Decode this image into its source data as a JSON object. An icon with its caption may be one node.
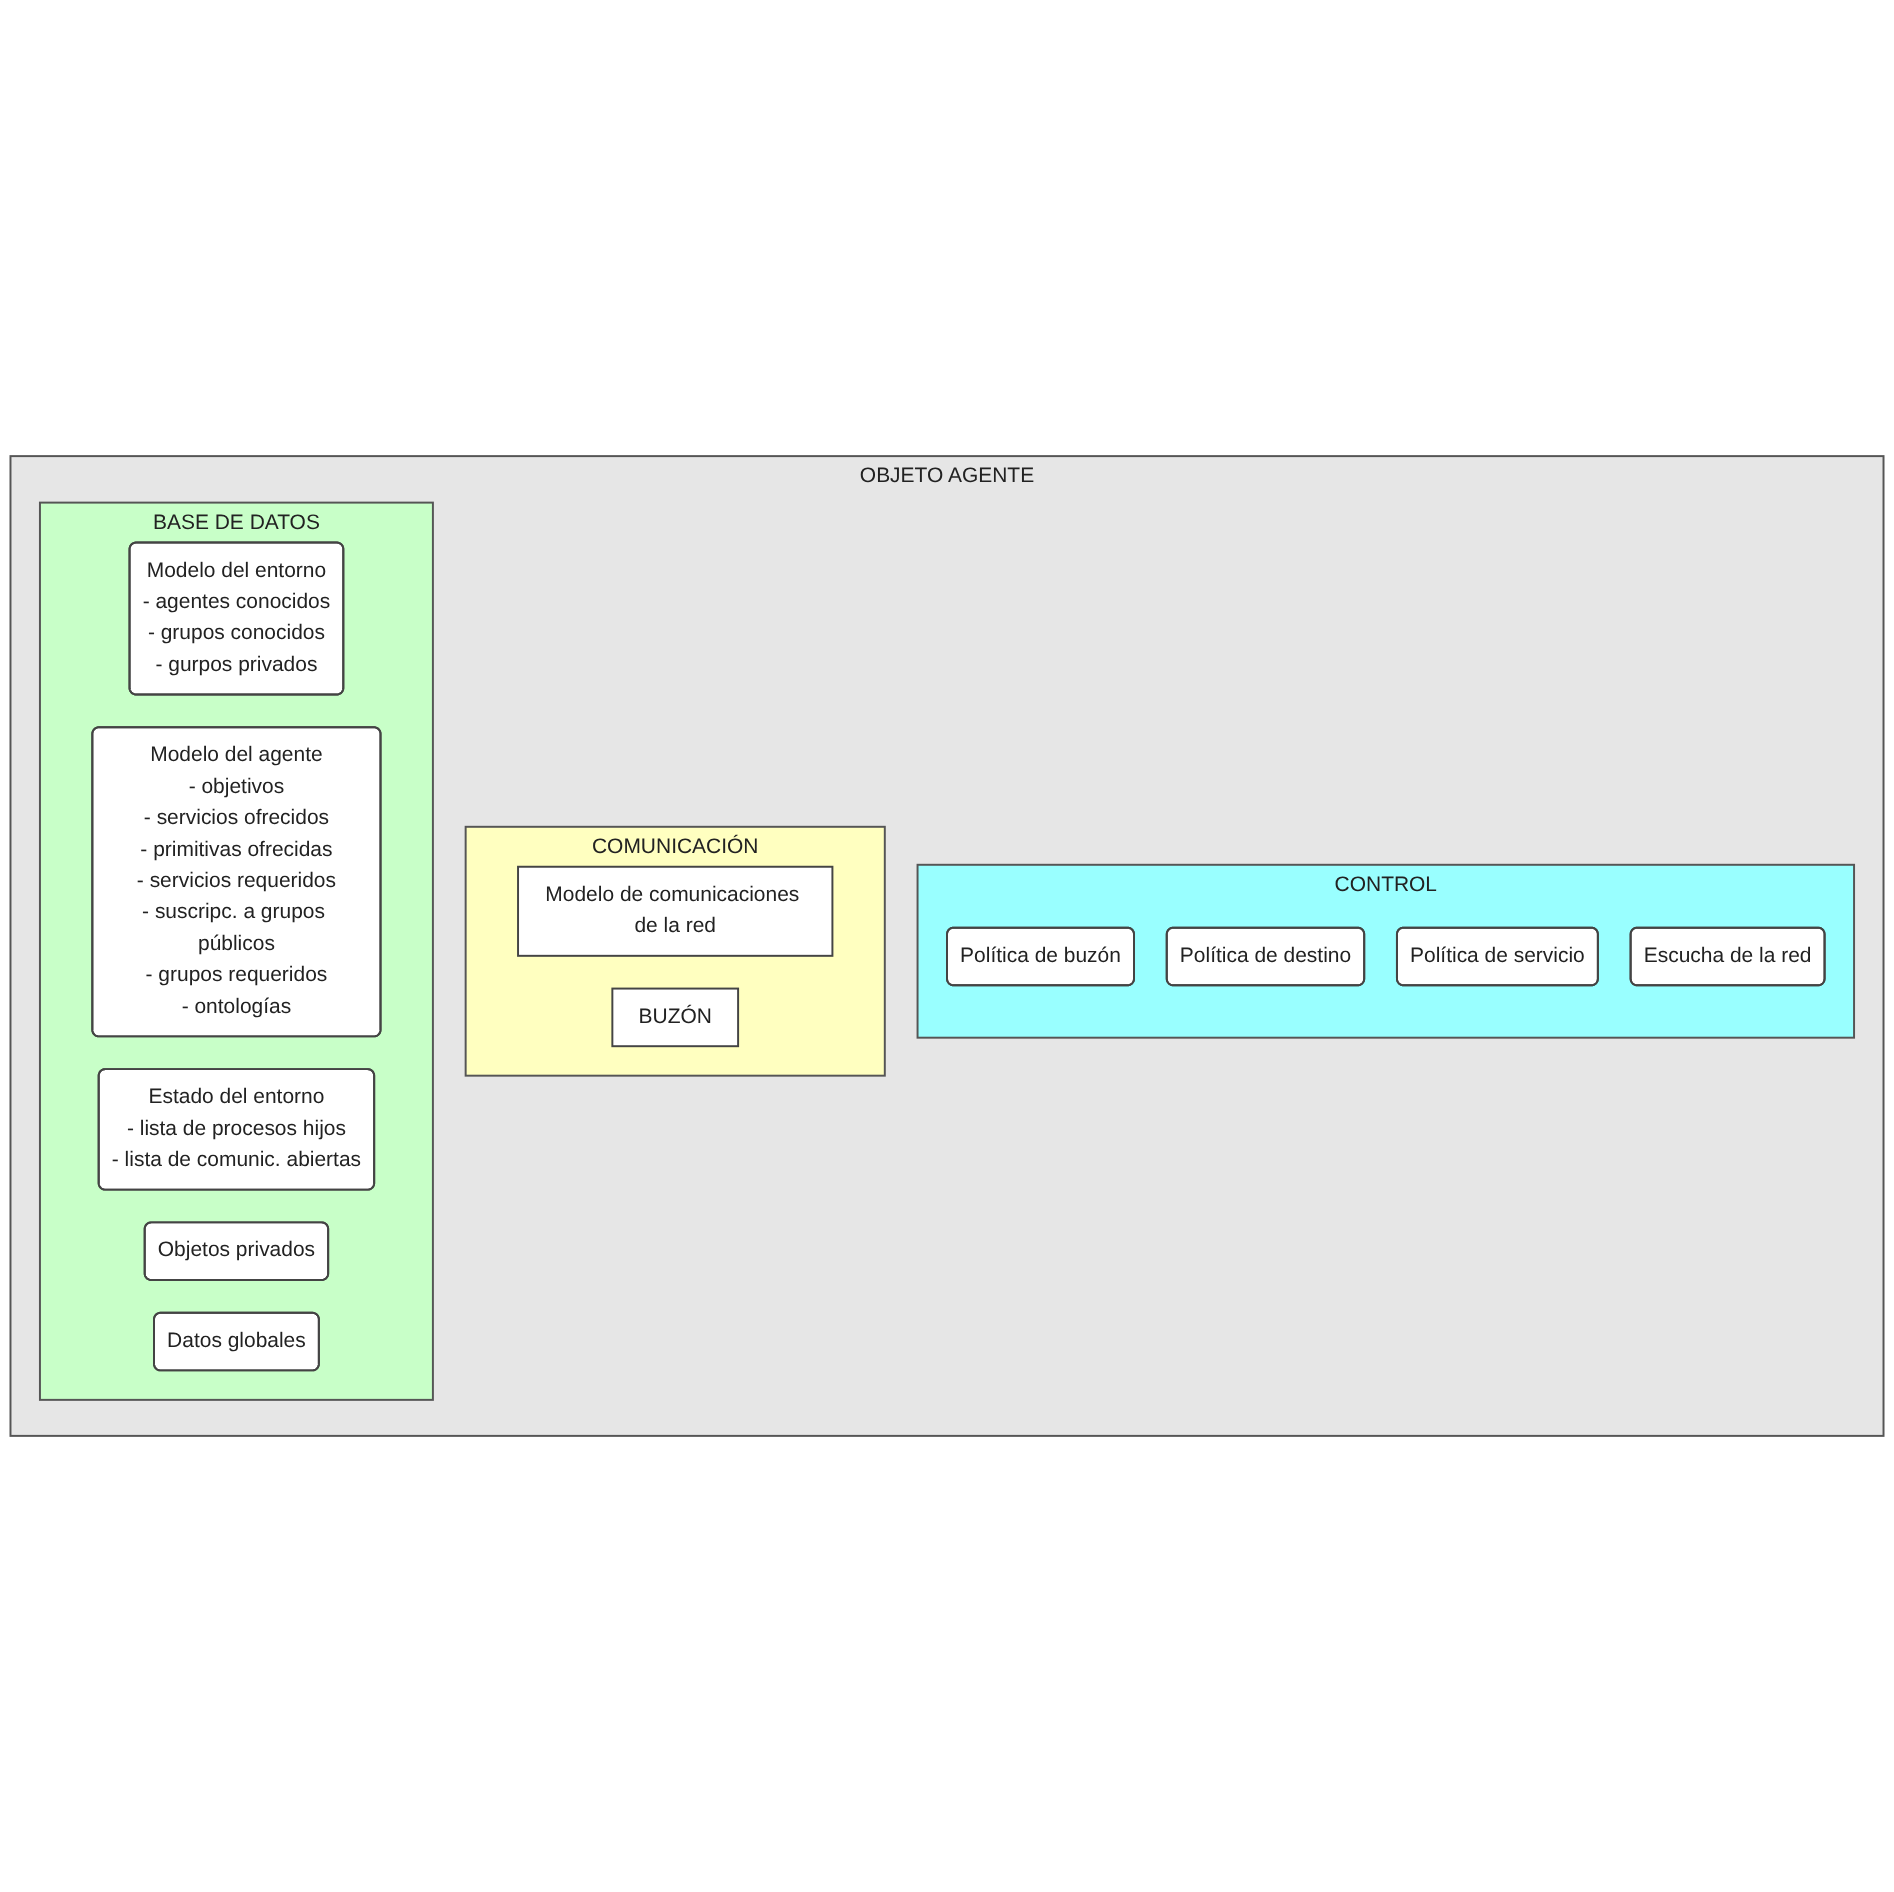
{
  "diagram": {
    "nodes": [
      {
        "text": [
          "OBJETO AGENTE"
        ]
      },
      {
        "text": [
          "CONTROL"
        ],
        "in": 0
      },
      {
        "text": [
          "Política de buzón"
        ],
        "in": 1
      },
      {
        "text": [
          "Política de destino"
        ],
        "in": 1
      },
      {
        "text": [
          "Política de servicio"
        ],
        "in": 1
      },
      {
        "text": [
          "Escucha de la red"
        ],
        "in": 1
      },
      {
        "text": [
          "COMUNICACIÓN"
        ],
        "in": 0
      },
      {
        "text": [
          "Modelo de comunicaciones de la red"
        ],
        "in": 6
      },
      {
        "text": [
          "BUZÓN"
        ],
        "in": 6
      },
      {
        "text": [
          "BASE DE DATOS"
        ],
        "in": 0
      },
      {
        "text": [
          "Modelo del entorno",
          "- agentes conocidos",
          "- grupos conocidos",
          "- gurpos privados"
        ],
        "in": 9
      },
      {
        "text": [
          "Modelo del agente",
          "- objetivos",
          "- servicios ofrecidos",
          "- primitivas ofrecidas",
          "- servicios requeridos",
          "- suscripc. a grupos públicos",
          "- grupos requeridos",
          "- ontologías"
        ],
        "in": 9
      },
      {
        "text": [
          "Estado del entorno",
          "- lista de procesos hijos",
          "- lista de comunic. abiertas"
        ],
        "in": 9
      },
      {
        "text": [
          "Objetos privados"
        ],
        "in": 9
      },
      {
        "text": [
          "Datos globales"
        ],
        "in": 9
      }
    ]
  }
}
